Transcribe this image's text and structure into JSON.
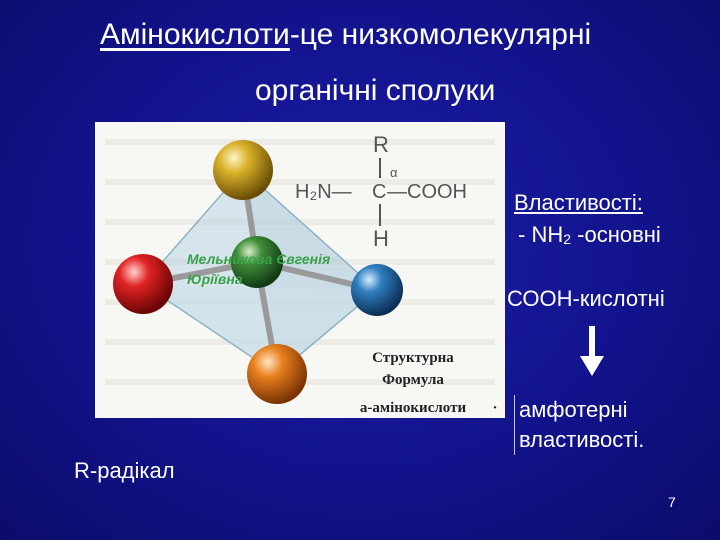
{
  "slide": {
    "title_term": "Амінокислоти",
    "title_rest": "-це низкомолекулярні",
    "title_line2": "органічні сполуки",
    "figure": {
      "formula_R": "R",
      "formula_alpha": "α",
      "formula_left": "H₂N—",
      "formula_C": "C",
      "formula_right": "—COOH",
      "formula_H": "H",
      "watermark_line1": "Мельникова Євгенія",
      "watermark_line2": "Юріївна",
      "caption_line1": "Структурна",
      "caption_line2": "Формула",
      "caption_line3": "а-амінокислоти",
      "caption_dot": "·"
    },
    "properties_title": "Властивості:",
    "properties_nh2_prefix": "- NH",
    "properties_nh2_sub": "2",
    "properties_nh2_suffix": " -основні",
    "properties_cooh": "СООН-кислотні",
    "amphoteric_line1": "амфотерні",
    "amphoteric_line2": "властивості.",
    "radical_label": "R-радікал",
    "page_number": "7",
    "colors": {
      "background": "#12138c",
      "text": "#ffffff",
      "watermark": "#3aa14a",
      "ball_top": "#c9a21c",
      "ball_left": "#d81b1b",
      "ball_bottom": "#e0731a",
      "ball_center": "#2a7a3a",
      "ball_right": "#2a78b8"
    }
  }
}
